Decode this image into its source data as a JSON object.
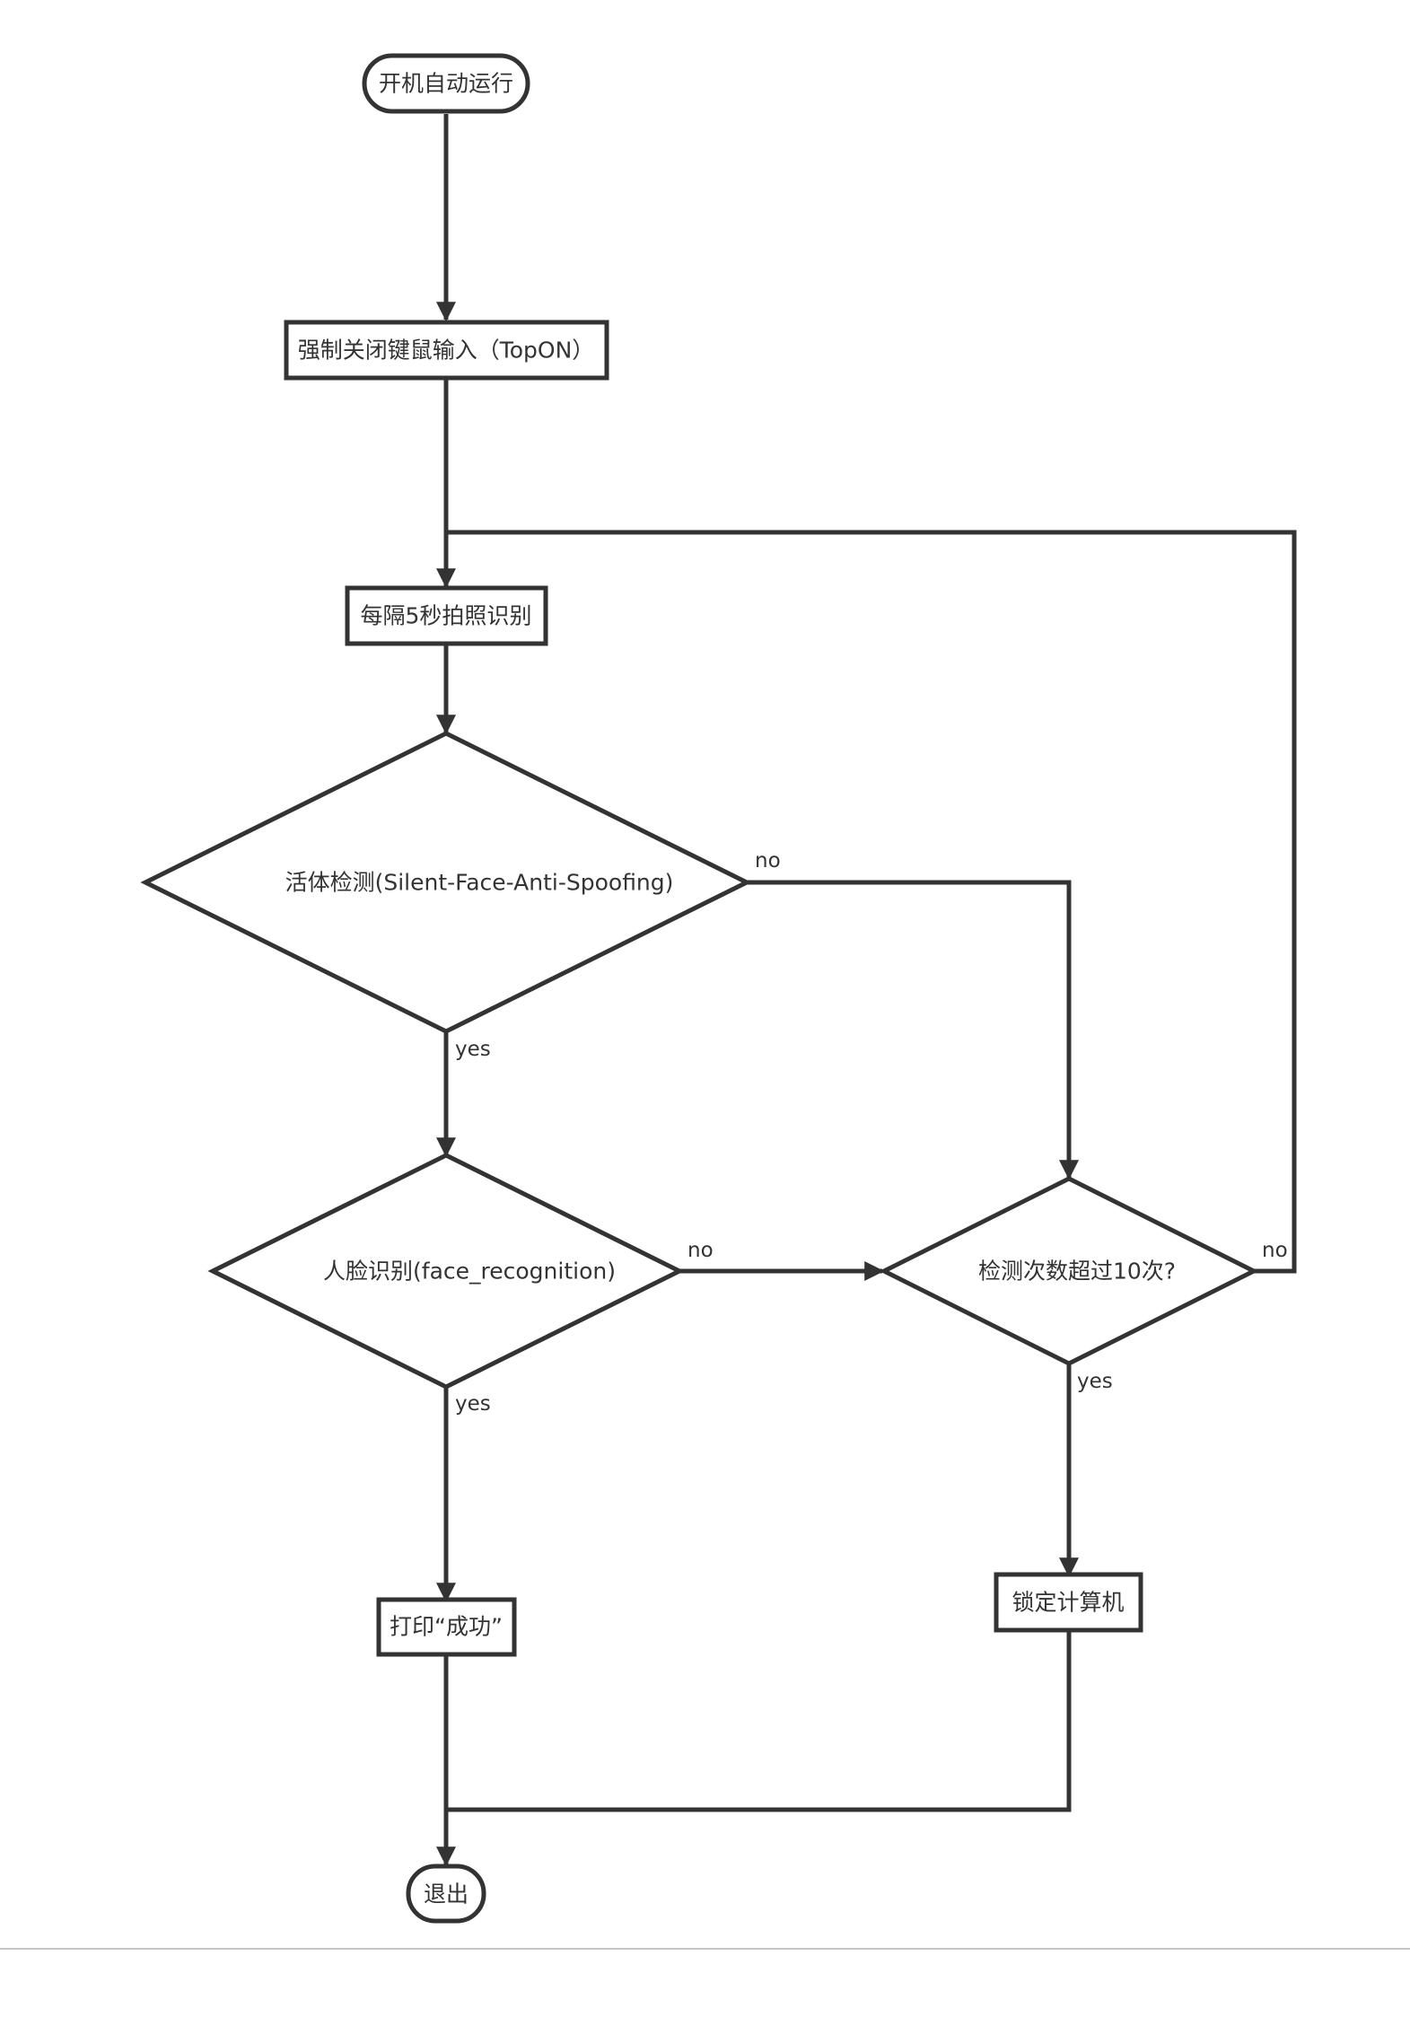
{
  "nodes": {
    "start": "开机自动运行",
    "disable_input": "强制关闭键鼠输入（TopON）",
    "capture": "每隔5秒拍照识别",
    "liveness": "活体检测(Silent-Face-Anti-Spoofing)",
    "face_recognition": "人脸识别(face_recognition)",
    "count_check": "检测次数超过10次?",
    "print_success": "打印“成功”",
    "lock": "锁定计算机",
    "exit": "退出"
  },
  "edge_labels": {
    "liveness_no": "no",
    "liveness_yes": "yes",
    "face_no": "no",
    "face_yes": "yes",
    "count_no": "no",
    "count_yes": "yes"
  }
}
